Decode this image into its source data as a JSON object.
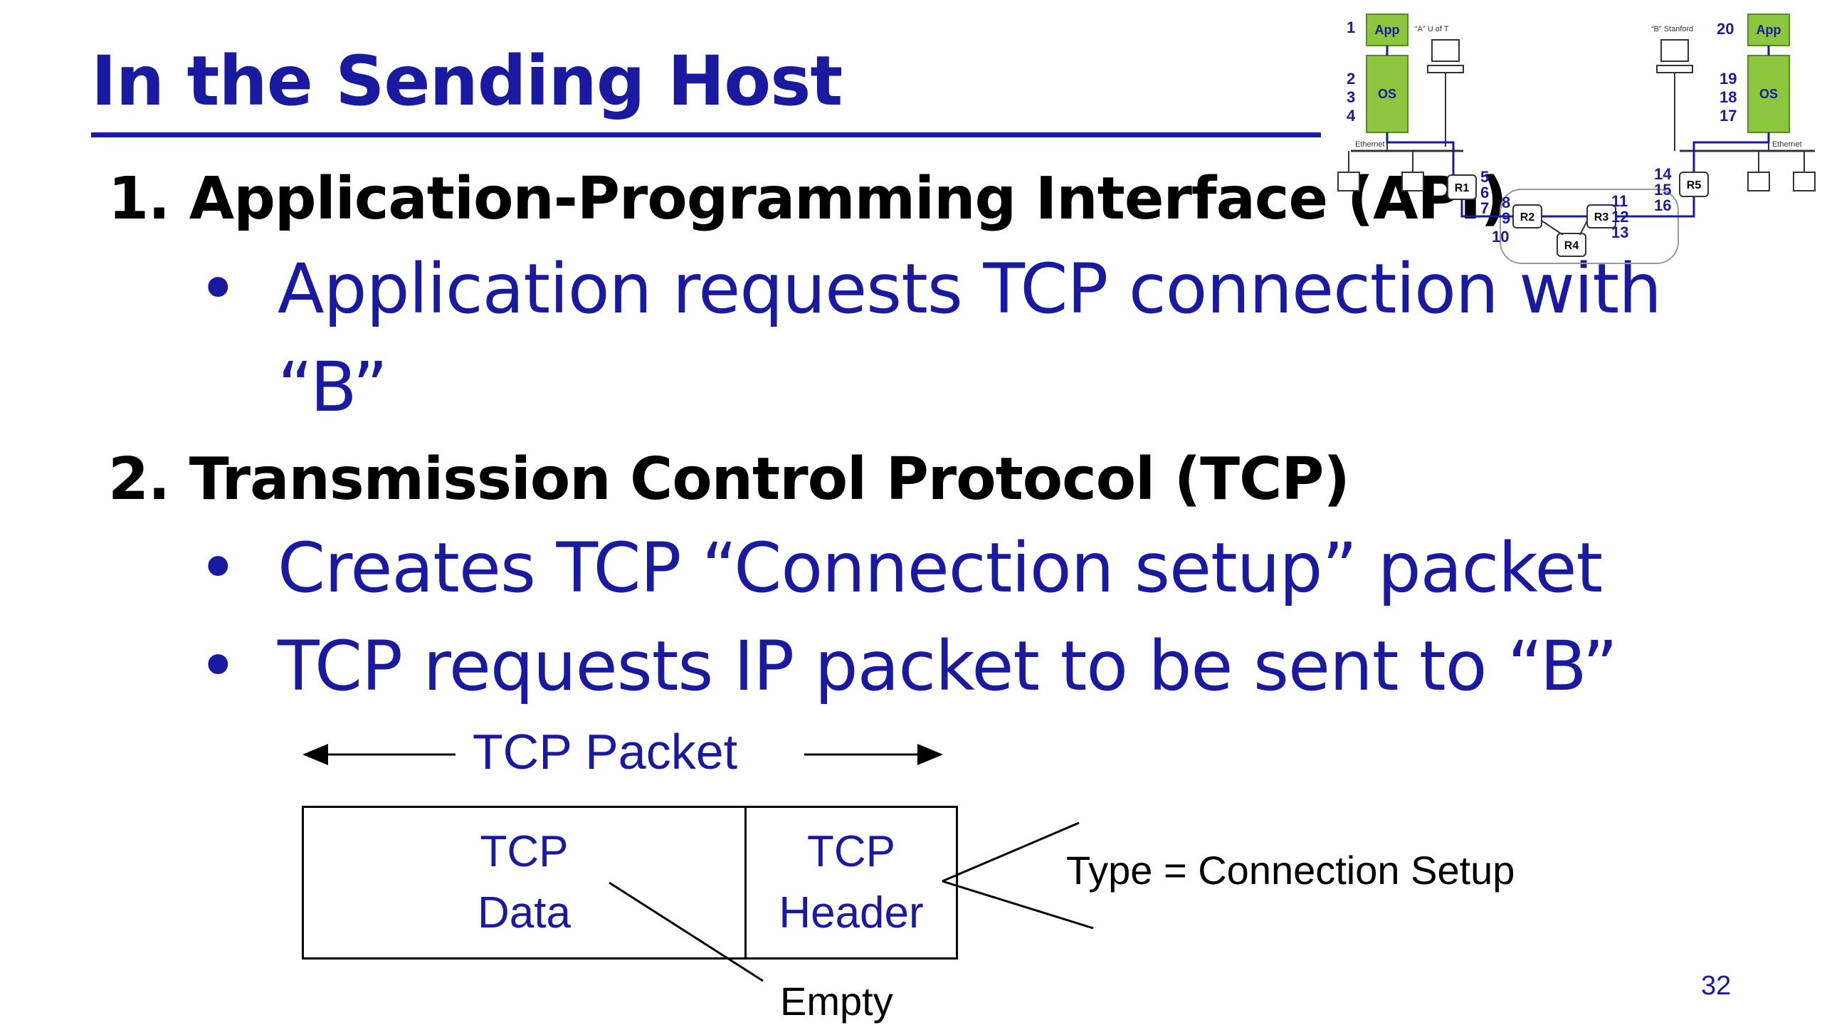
{
  "slide": {
    "title": "In the Sending Host",
    "sections": [
      {
        "heading": "1. Application-Programming Interface (API)",
        "bullets": [
          "Application requests TCP connection with",
          "“B”"
        ]
      },
      {
        "heading": "2. Transmission Control Protocol (TCP)",
        "bullets": [
          "Creates TCP “Connection setup” packet",
          "TCP requests IP packet to be sent to “B”"
        ]
      }
    ],
    "page_number": "32"
  },
  "packet_diagram": {
    "label": "TCP Packet",
    "data_cell": [
      "TCP",
      "Data"
    ],
    "header_cell": [
      "TCP",
      "Header"
    ],
    "type_annotation": "Type = Connection Setup",
    "empty_annotation": "Empty"
  },
  "network_thumbnail": {
    "left_host": {
      "app": "App",
      "os": "OS",
      "caption": "“A” U of T",
      "numbers": [
        "1",
        "2",
        "3",
        "4"
      ],
      "lan": "Ethernet"
    },
    "right_host": {
      "app": "App",
      "os": "OS",
      "caption": "“B” Stanford",
      "numbers": [
        "20",
        "19",
        "18",
        "17"
      ],
      "lan": "Ethernet"
    },
    "routers": [
      "R1",
      "R2",
      "R3",
      "R4",
      "R5"
    ],
    "hop_numbers": [
      "5",
      "6",
      "7",
      "8",
      "9",
      "10",
      "11",
      "12",
      "13",
      "14",
      "15",
      "16"
    ],
    "colors": {
      "app_os_box": "#8cc63f",
      "path": "#1a1aa0"
    }
  }
}
